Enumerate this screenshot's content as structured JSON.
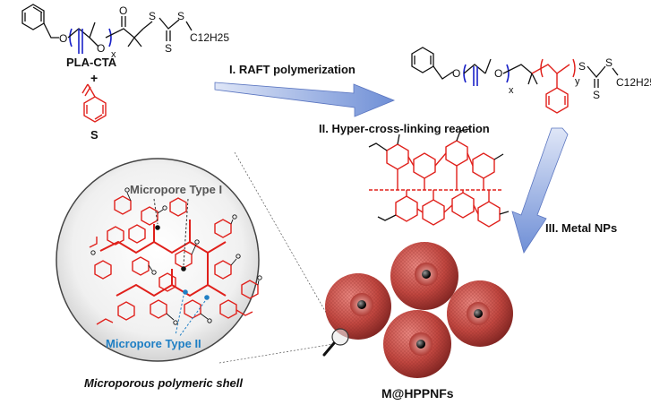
{
  "labels": {
    "pla_cta": "PLA-CTA",
    "plus": "+",
    "monomer": "S",
    "step1": "I. RAFT polymerization",
    "step2": "II. Hyper-cross-linking reaction",
    "step3": "III. Metal NPs",
    "pore1": "Micropore Type I",
    "pore2": "Micropore Type II",
    "shell": "Microporous polymeric shell",
    "product": "M@HPPNFs"
  },
  "chem": {
    "sub_x": "x",
    "sub_y": "y",
    "atom_o": "O",
    "atom_s": "S",
    "chain": "C12H25"
  },
  "colors": {
    "red": "#e0201b",
    "blue": "#1a22c8",
    "arrow": "#6f8fd6",
    "sphere": "#c0463f",
    "pore2_text": "#1f7fc4"
  }
}
